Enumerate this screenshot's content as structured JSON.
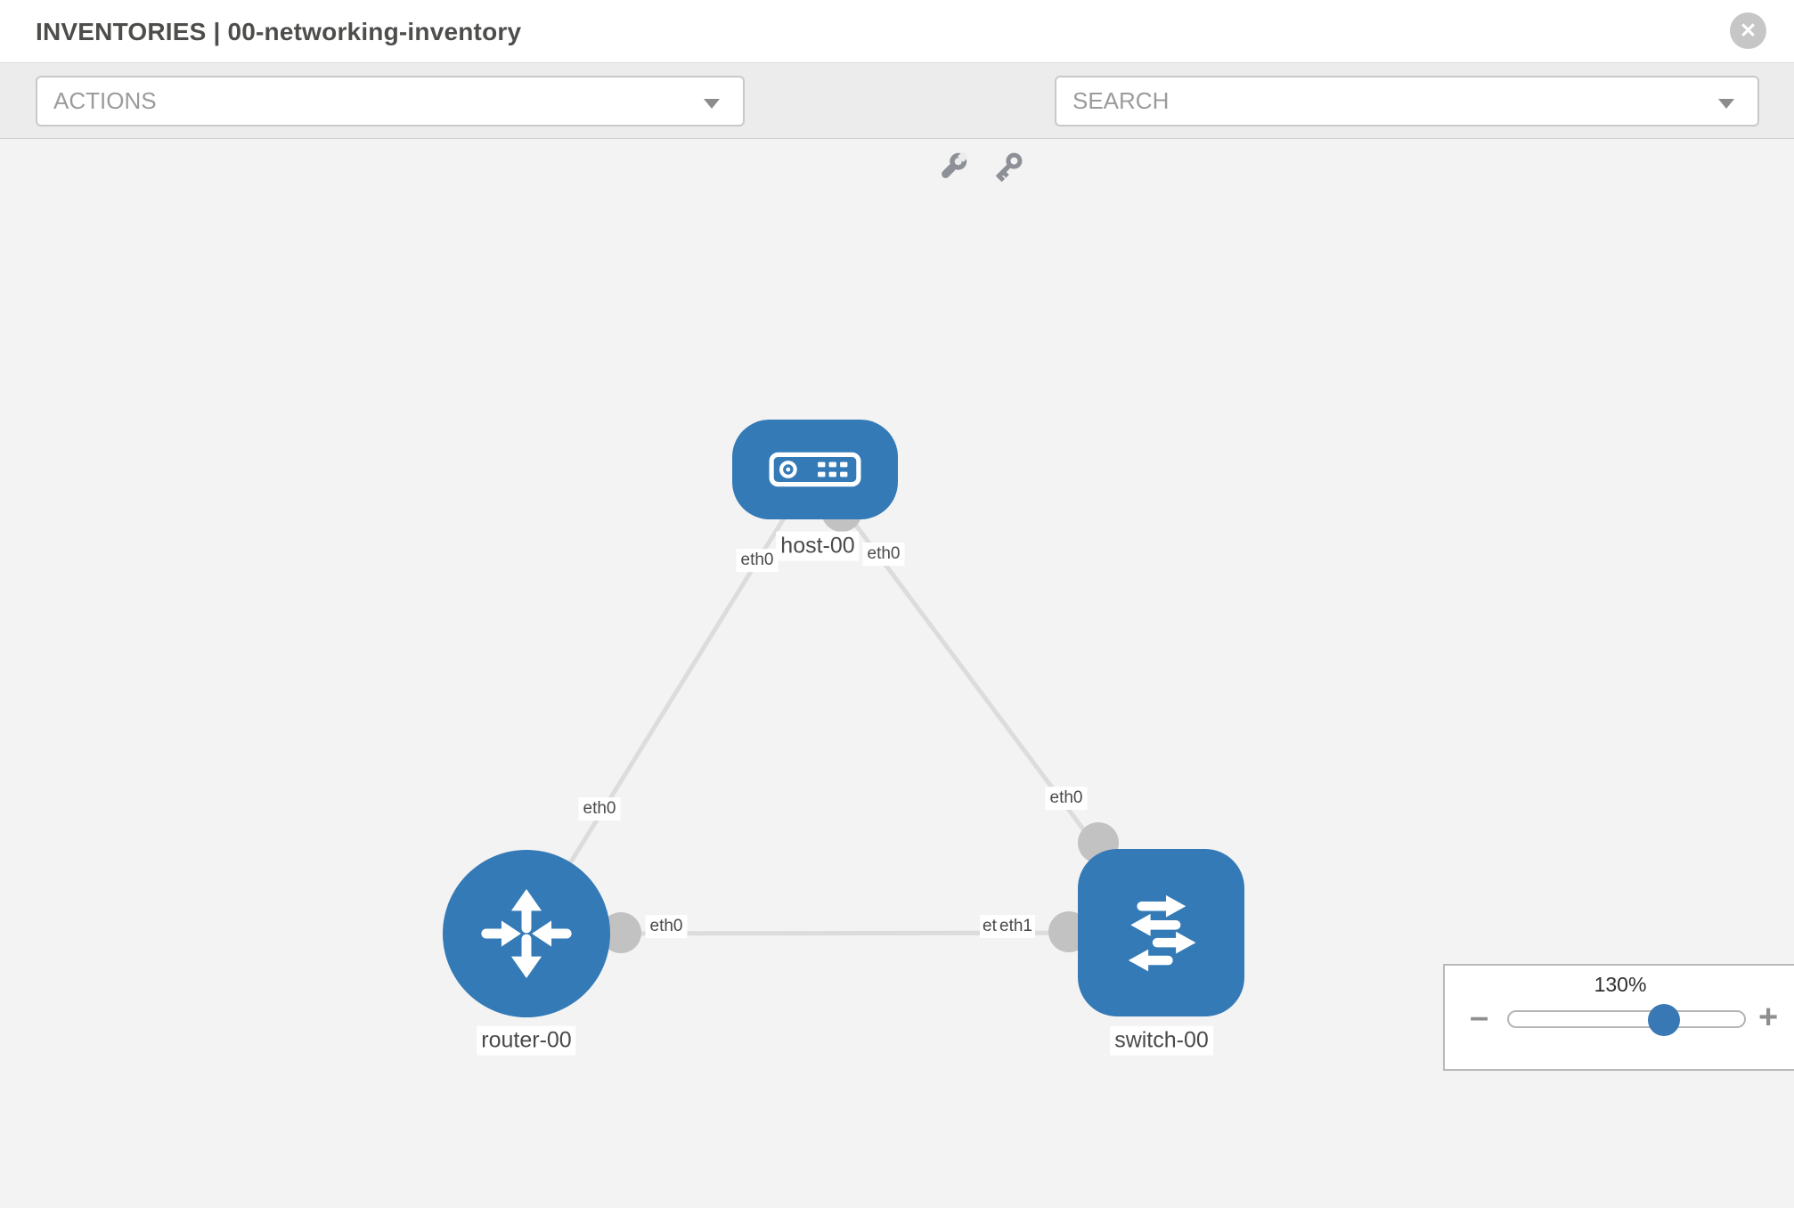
{
  "header": {
    "title": "INVENTORIES | 00-networking-inventory",
    "close_icon": "✕"
  },
  "toolbar": {
    "actions_dropdown": {
      "value": "ACTIONS"
    },
    "search_dropdown": {
      "value": "SEARCH"
    },
    "icons": [
      "wrench-icon",
      "key-icon"
    ]
  },
  "topology": {
    "nodes": [
      {
        "label": "host-00",
        "type": "host"
      },
      {
        "label": "router-00",
        "type": "router"
      },
      {
        "label": "switch-00",
        "type": "switch"
      }
    ],
    "links": [
      {
        "from": "host-00",
        "to": "router-00",
        "from_if": "eth0",
        "to_if": "eth0"
      },
      {
        "from": "host-00",
        "to": "switch-00",
        "from_if": "eth0",
        "to_if": "eth0"
      },
      {
        "from": "router-00",
        "to": "switch-00",
        "from_if": "eth0",
        "to_if": "eth1",
        "to_if_overlapped": "eth0"
      }
    ]
  },
  "zoom_panel": {
    "level": "130%",
    "minus": "–",
    "plus": "+"
  },
  "colors": {
    "node_blue": "#337ab7",
    "link_gray": "#dcdcdc",
    "dot_gray": "#c2c2c2",
    "toolbar_bg": "#ececec"
  }
}
